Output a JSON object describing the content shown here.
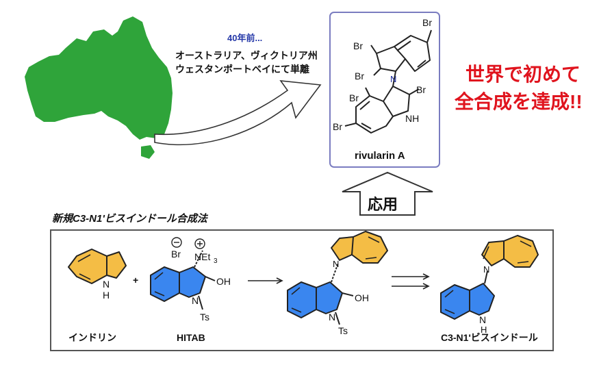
{
  "top": {
    "years_ago": "40年前...",
    "origin_line1": "オーストラリア、ヴィクトリア州",
    "origin_line2": "ウェスタンポートベイにて単離",
    "compound_name": "rivularin A",
    "achievement_line1": "世界で初めて",
    "achievement_line2": "全合成を達成!!",
    "apply_label": "応用"
  },
  "bottom": {
    "section_title": "新規C3-N1'ビスインドール合成法",
    "indoline_label": "インドリン",
    "hitab_label": "HITAB",
    "product_label": "C3-N1'ビスインドール",
    "plus": "+",
    "br_label": "Br",
    "net3_label": "NEt",
    "net3_sub": "3",
    "oh_label": "OH",
    "ts_label": "Ts",
    "nh_label": "H",
    "n_label": "N"
  },
  "structure_labels": {
    "br": "Br",
    "nh": "NH",
    "n": "N"
  },
  "colors": {
    "australia": "#2fa43a",
    "indoline_ring": "#f4bd45",
    "hitab_ring": "#3a86ef",
    "achievement_text": "#e0141e",
    "years_text": "#2538a8",
    "panel_border": "#7a7cc0"
  }
}
